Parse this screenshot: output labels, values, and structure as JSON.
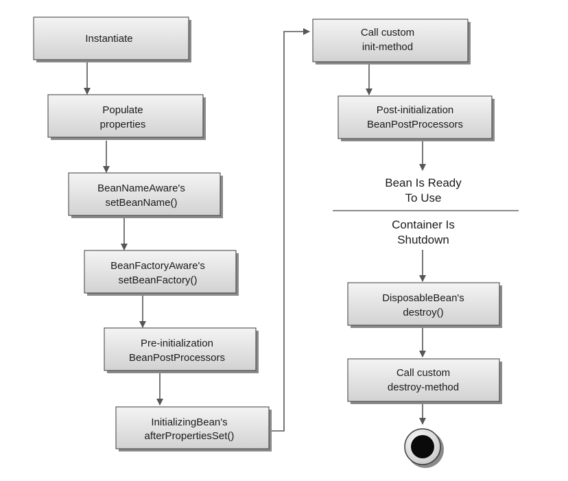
{
  "nodes": {
    "instantiate": [
      "Instantiate"
    ],
    "populate": [
      "Populate",
      "properties"
    ],
    "beanNameAware": [
      "BeanNameAware's",
      "setBeanName()"
    ],
    "beanFactoryAware": [
      "BeanFactoryAware's",
      "setBeanFactory()"
    ],
    "preInit": [
      "Pre-initialization",
      "BeanPostProcessors"
    ],
    "initializingBean": [
      "InitializingBean's",
      "afterPropertiesSet()"
    ],
    "customInit": [
      "Call custom",
      "init-method"
    ],
    "postInit": [
      "Post-initialization",
      "BeanPostProcessors"
    ],
    "disposableBean": [
      "DisposableBean's",
      "destroy()"
    ],
    "customDestroy": [
      "Call custom",
      "destroy-method"
    ]
  },
  "labels": {
    "ready": [
      "Bean Is Ready",
      "To Use"
    ],
    "shutdown": [
      "Container Is",
      "Shutdown"
    ]
  },
  "colors": {
    "box_fill_light": "#f4f4f4",
    "box_fill_dark": "#d2d2d2",
    "shadow": "#8a8a8a",
    "stroke": "#3a3a3a",
    "arrow": "#555555"
  }
}
